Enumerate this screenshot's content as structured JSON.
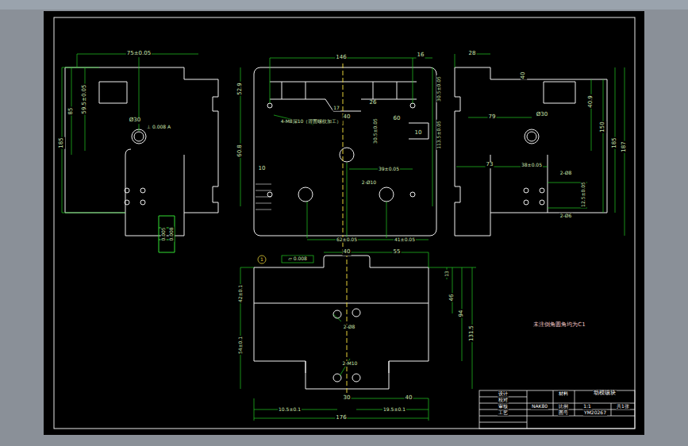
{
  "diagram": {
    "labels": [
      "75±0.05",
      "59.5±0.05",
      "85",
      "185",
      "Ø30",
      "⊥ 0.008 A",
      "0.005",
      "0.008",
      "146",
      "16",
      "52.9",
      "4-M8深10（背面螺纹加工）",
      "17",
      "40",
      "26",
      "60",
      "30.5±0.05",
      "10",
      "60.8",
      "10",
      "39±0.05",
      "2-Ø10",
      "62±0.05",
      "41±0.05",
      "30.5±0.05",
      "113.5±0.05",
      "28",
      "40",
      "79",
      "Ø30",
      "73",
      "38±0.05",
      "2-Ø8",
      "40.9",
      "150",
      "185",
      "187",
      "12.5±0.05",
      "2-Ø6",
      "40",
      "55",
      "1",
      "▱ 0.008",
      "13",
      "42±0.1",
      "46",
      "94",
      "131.5",
      "2-Ø8",
      "54±0.1",
      "2-M10",
      "30",
      "40",
      "10.5±0.1",
      "19.5±0.1",
      "176",
      "未注倒角圆角均为C1",
      "设计",
      "校对",
      "审核",
      "工艺",
      "NAK80",
      "材料",
      "动模镶块",
      "比例",
      "1:1",
      "图号",
      "YM20267",
      "共1张"
    ]
  }
}
